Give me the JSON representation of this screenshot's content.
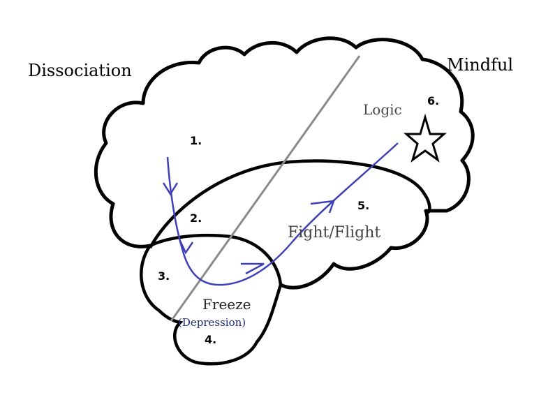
{
  "labels": {
    "left_title": "Dissociation",
    "right_title": "Mindful",
    "logic": "Logic",
    "fight_flight": "Fight/Flight",
    "freeze": "Freeze",
    "depression": "(Depression)"
  },
  "numbers": {
    "n1": "1.",
    "n2": "2.",
    "n3": "3.",
    "n4": "4.",
    "n5": "5.",
    "n6": "6."
  },
  "colors": {
    "outline": "#000000",
    "divider": "#8a8a8a",
    "path": "#3d3fb8",
    "region_text": "#444444"
  }
}
